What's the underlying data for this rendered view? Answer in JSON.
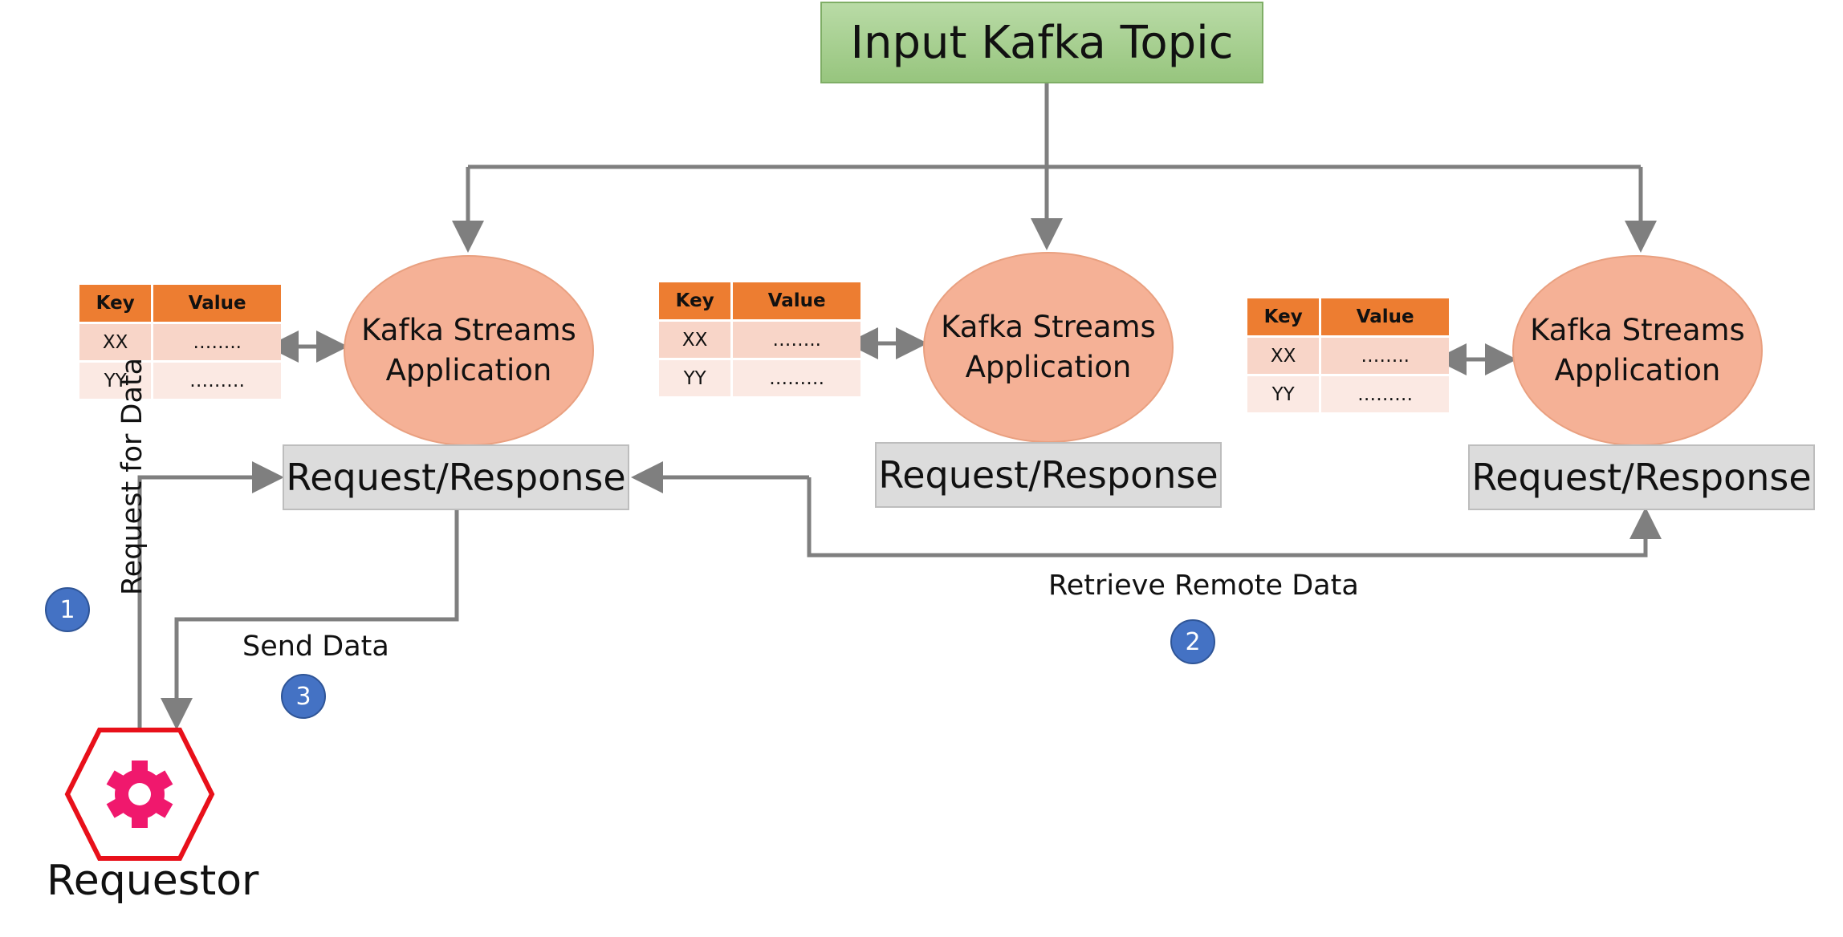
{
  "input_topic": "Input Kafka Topic",
  "app_line1": "Kafka Streams",
  "app_line2": "Application",
  "request_response": "Request/Response",
  "tables": {
    "key_header": "Key",
    "value_header": "Value",
    "rows": [
      {
        "key": "XX",
        "value": "……..",
        "short_value": "…….."
      },
      {
        "key": "YY",
        "value": "………"
      }
    ]
  },
  "labels": {
    "request_for_data": "Request for Data",
    "send_data": "Send Data",
    "retrieve_remote_data": "Retrieve Remote Data",
    "requestor": "Requestor"
  },
  "steps": {
    "one": "1",
    "two": "2",
    "three": "3"
  },
  "icons": {
    "requestor": "gear-icon"
  },
  "colors": {
    "topic": "#a9d18e",
    "app": "#f4b183",
    "request_response": "#d9d9d9",
    "table_header": "#ed7d31",
    "step_badge": "#4472c4",
    "requestor_border": "#e8101a",
    "gear": "#f0186d",
    "arrow": "#7f7f7f"
  }
}
